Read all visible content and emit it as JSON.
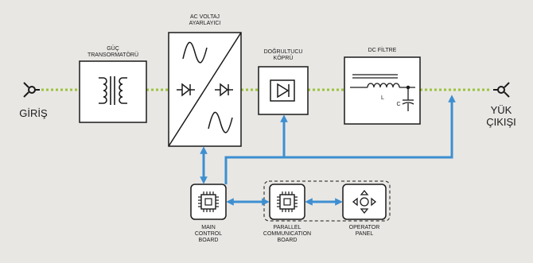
{
  "diagram": {
    "input_label": "GİRİŞ",
    "output_label": "YÜK\nÇIKIŞI",
    "blocks": {
      "transformer": "GÜÇ\nTRANSORMATÖRÜ",
      "ac_regulator": "AC VOLTAJ\nAYARLAYICI",
      "rectifier": "DOĞRULTUCU\nKÖPRÜ",
      "dc_filter": "DC FİLTRE",
      "main_board": "MAIN\nCONTROL\nBOARD",
      "comm_board": "PARALLEL\nCOMMUNICATION\nBOARD",
      "operator_panel": "OPERATOR\nPANEL"
    },
    "filter_inductor_label": "L",
    "filter_capacitor_label": "C",
    "colors": {
      "background": "#e9e7e4",
      "box_stroke": "#1a1a1a",
      "power_line": "#9ac43c",
      "control_line": "#3d8fd1"
    },
    "icons": [
      "input-plug-icon",
      "output-plug-icon",
      "transformer-icon",
      "diode-icon",
      "chip-icon",
      "dpad-icon"
    ]
  }
}
